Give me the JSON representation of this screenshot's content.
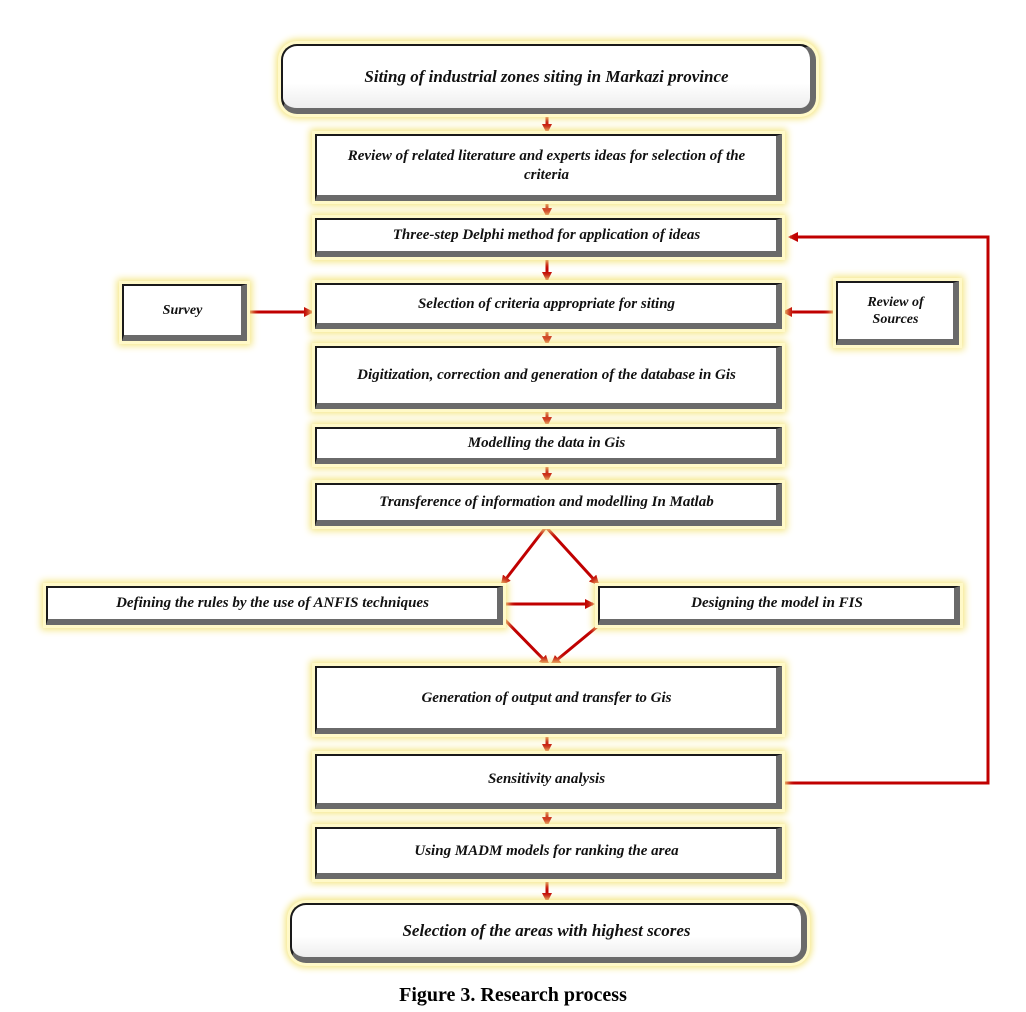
{
  "nodes": {
    "start": "Siting of industrial zones siting in Markazi province",
    "review_literature": "Review of related literature and experts ideas for selection of the criteria",
    "delphi": "Three-step Delphi method for application of ideas",
    "survey": "Survey",
    "selection_criteria": "Selection of criteria appropriate for siting",
    "review_sources": "Review of Sources",
    "digitization": "Digitization, correction and generation of the database in Gis",
    "modelling_gis": "Modelling the data in Gis",
    "transference": "Transference of information and modelling In Matlab",
    "anfis": "Defining the rules by the use of ANFIS techniques",
    "fis": "Designing the model in FIS",
    "output": "Generation of output and transfer to Gis",
    "sensitivity": "Sensitivity analysis",
    "madm": "Using MADM models for ranking the area",
    "end": "Selection of the areas with highest scores"
  },
  "caption": "Figure 3. Research process",
  "colors": {
    "arrow": "#c00000",
    "glow": "#f4e683",
    "box_border": "#1a1a1a"
  }
}
